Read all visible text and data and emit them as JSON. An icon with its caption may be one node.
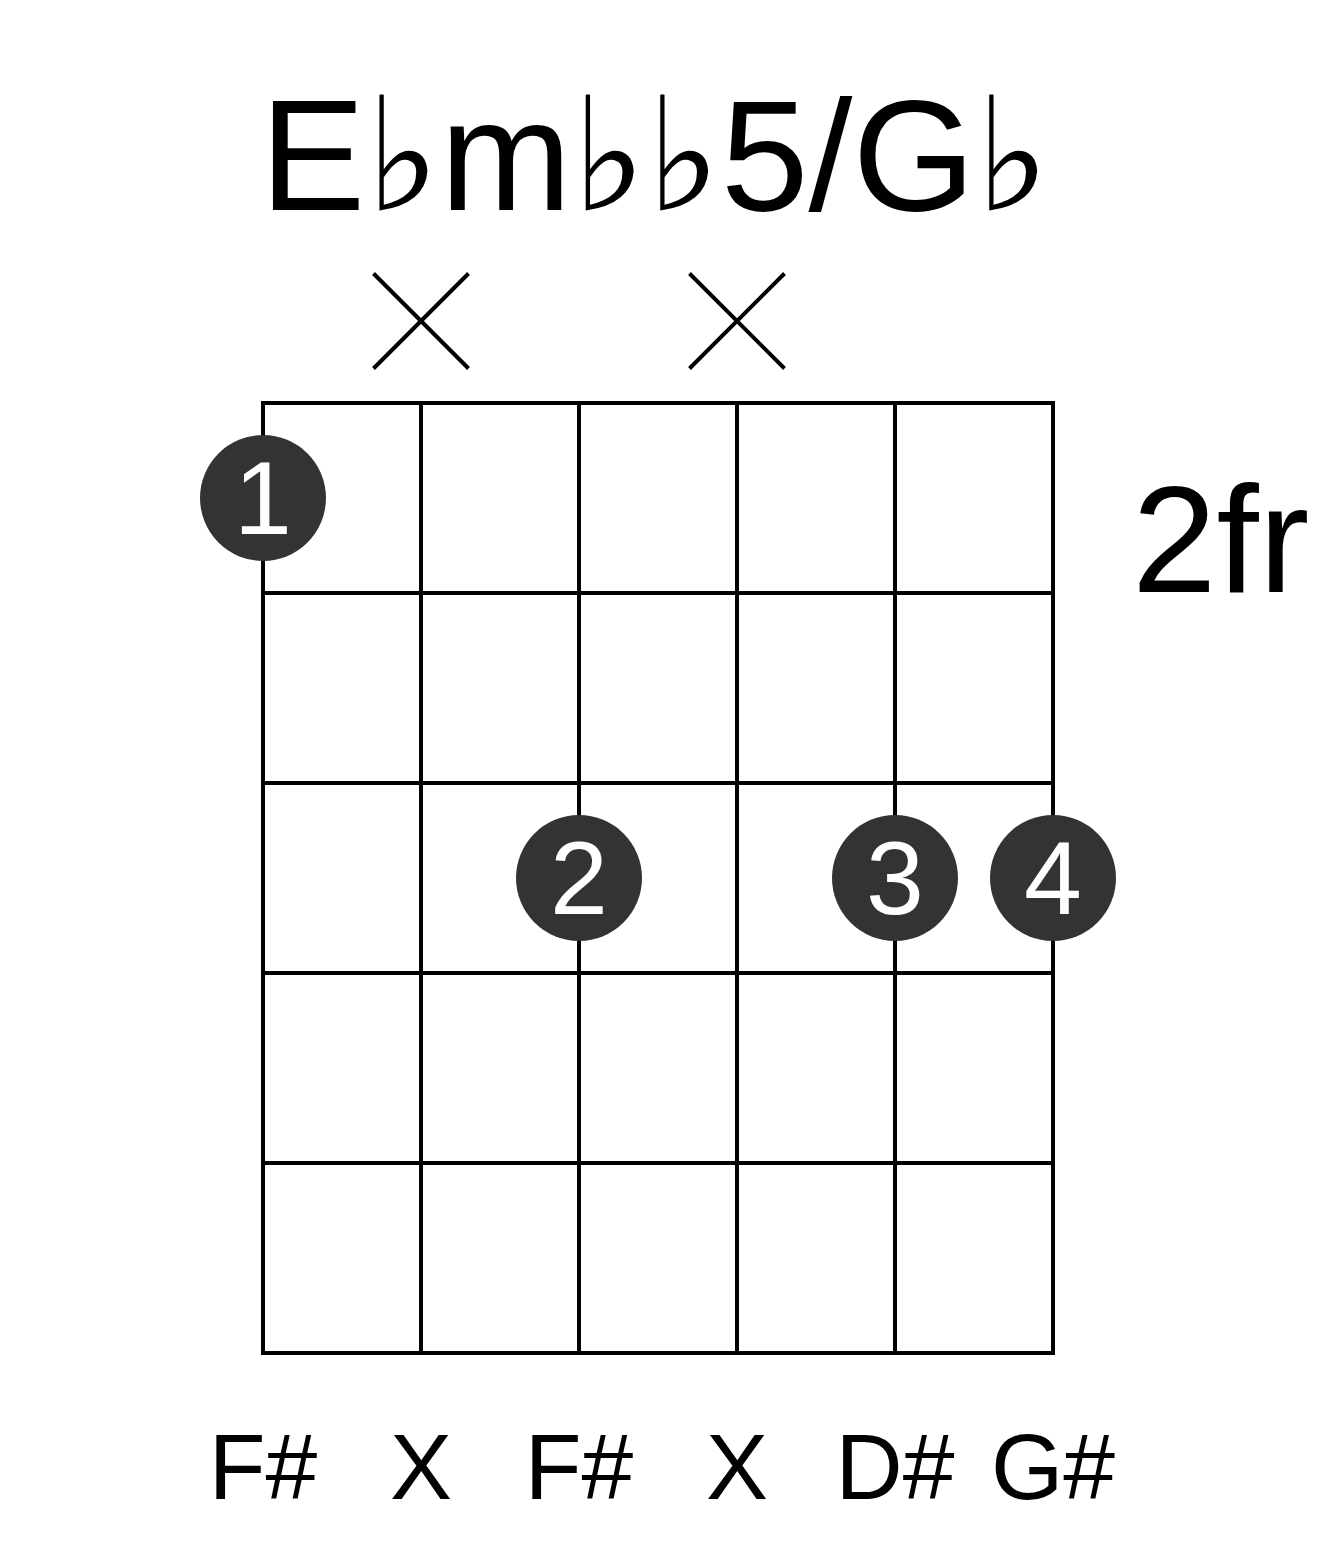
{
  "diagram": {
    "title": "E♭m♭♭5/G♭",
    "nodes": [
      {
        "text": [
          "1"
        ]
      },
      {
        "text": [
          "2"
        ]
      },
      {
        "text": [
          "3"
        ]
      },
      {
        "text": [
          "4"
        ]
      }
    ],
    "edges": [],
    "labels": [
      "2fr",
      "F#",
      "X",
      "F#",
      "X",
      "D#",
      "G#"
    ]
  }
}
